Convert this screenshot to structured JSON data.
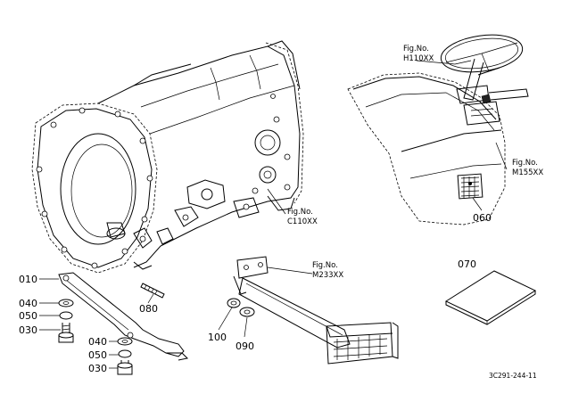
{
  "parts": {
    "p010": "010",
    "p040a": "040",
    "p050a": "050",
    "p030a": "030",
    "p040b": "040",
    "p050b": "050",
    "p030b": "030",
    "p080": "080",
    "p100": "100",
    "p090": "090",
    "p060": "060",
    "p070": "070"
  },
  "figures": {
    "h110": {
      "label": "Fig.No.",
      "code": "H110XX"
    },
    "m155": {
      "label": "Fig.No.",
      "code": "M155XX"
    },
    "c110": {
      "label": "Fig.No.",
      "code": "C110XX"
    },
    "m233": {
      "label": "Fig.No.",
      "code": "M233XX"
    }
  },
  "diagram_code": "3C291-244-11"
}
